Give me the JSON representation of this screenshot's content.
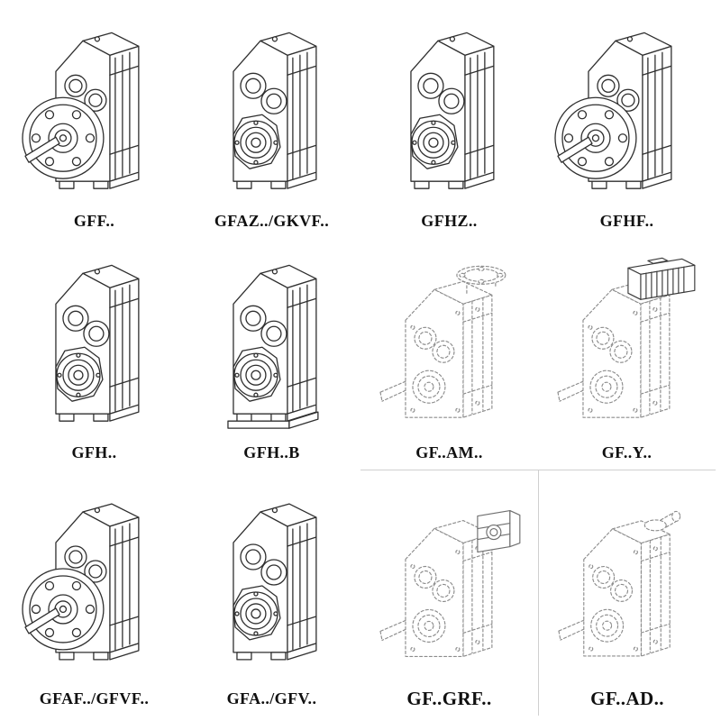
{
  "colors": {
    "line_solid": "#2f2f2f",
    "line_dashed": "#8c8c8c",
    "label": "#101010",
    "frame": "#cfcfcf"
  },
  "grid": {
    "columns": 4,
    "rows": 3,
    "items": [
      {
        "label": "GFF..",
        "line_style": "solid",
        "variant": "flange-mounted-output"
      },
      {
        "label": "GFAZ../GKVF..",
        "line_style": "solid",
        "variant": "hollow-shaft-output"
      },
      {
        "label": "GFHZ..",
        "line_style": "solid",
        "variant": "hollow-shaft-output"
      },
      {
        "label": "GFHF..",
        "line_style": "solid",
        "variant": "flange-mounted-output"
      },
      {
        "label": "GFH..",
        "line_style": "solid",
        "variant": "hollow-shaft-output"
      },
      {
        "label": "GFH..B",
        "line_style": "solid",
        "variant": "foot-mounted"
      },
      {
        "label": "GF..AM..",
        "line_style": "phantom",
        "variant": "motor-adapter-top-flange"
      },
      {
        "label": "GF..Y..",
        "line_style": "phantom",
        "variant": "motor-mounted"
      },
      {
        "label": "GFAF../GFVF..",
        "line_style": "solid",
        "variant": "flange-mounted-output"
      },
      {
        "label": "GFA../GFV..",
        "line_style": "solid",
        "variant": "hollow-shaft-output"
      },
      {
        "label": "GF..GRF..",
        "line_style": "phantom",
        "variant": "input-gear-adapter"
      },
      {
        "label": "GF..AD..",
        "line_style": "phantom",
        "variant": "input-shaft-adapter"
      }
    ]
  }
}
